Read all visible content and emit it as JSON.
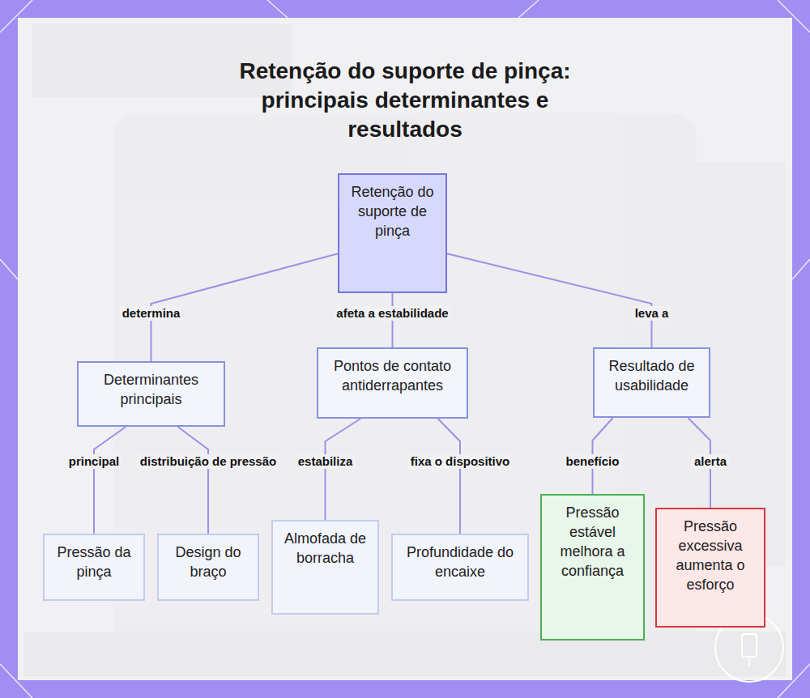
{
  "diagram": {
    "title": "Retenção do suporte de pinça: principais determinantes e resultados",
    "nodes": [
      {
        "text": [
          "Retenção do suporte de pinça"
        ]
      },
      {
        "text": [
          "Determinantes principais"
        ]
      },
      {
        "text": [
          "Pontos de contato antiderrapantes"
        ]
      },
      {
        "text": [
          "Resultado de usabilidade"
        ]
      },
      {
        "text": [
          "Pressão da pinça"
        ]
      },
      {
        "text": [
          "Design do braço"
        ]
      },
      {
        "text": [
          "Almofada de borracha"
        ]
      },
      {
        "text": [
          "Profundidade do encaixe"
        ]
      },
      {
        "text": [
          "Pressão estável melhora a confiança"
        ]
      },
      {
        "text": [
          "Pressão excessiva aumenta o esforço"
        ]
      }
    ],
    "edges": [
      {
        "from": 0,
        "to": 1,
        "label": "determina",
        "arrow": "none"
      },
      {
        "from": 0,
        "to": 2,
        "label": "afeta a estabilidade",
        "arrow": "none"
      },
      {
        "from": 0,
        "to": 3,
        "label": "leva a",
        "arrow": "none"
      },
      {
        "from": 1,
        "to": 4,
        "label": "principal",
        "arrow": "none"
      },
      {
        "from": 1,
        "to": 5,
        "label": "distribuição de pressão",
        "arrow": "none"
      },
      {
        "from": 2,
        "to": 6,
        "label": "estabiliza",
        "arrow": "none"
      },
      {
        "from": 2,
        "to": 7,
        "label": "fixa o dispositivo",
        "arrow": "none"
      },
      {
        "from": 3,
        "to": 8,
        "label": "benefício",
        "arrow": "none"
      },
      {
        "from": 3,
        "to": 9,
        "label": "alerta",
        "arrow": "none"
      }
    ]
  }
}
